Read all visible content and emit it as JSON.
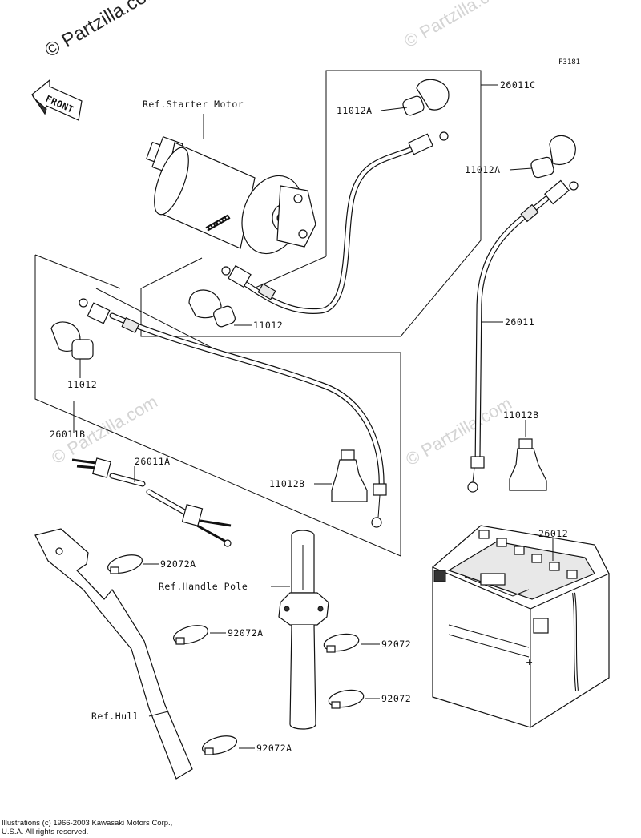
{
  "watermark": {
    "brand": "© Partzilla.com"
  },
  "figure_ref": "F3181",
  "front_label": "FRONT",
  "references": {
    "starter_motor": "Ref.Starter Motor",
    "handle_pole": "Ref.Handle Pole",
    "hull": "Ref.Hull"
  },
  "parts": {
    "p26011C": "26011C",
    "p11012A_upper": "11012A",
    "p11012A_right": "11012A",
    "p11012_center": "11012",
    "p11012_left": "11012",
    "p26011": "26011",
    "p11012B_right": "11012B",
    "p26011B": "26011B",
    "p26011A": "26011A",
    "p11012B_center": "11012B",
    "p26012": "26012",
    "p92072A_1": "92072A",
    "p92072A_2": "92072A",
    "p92072A_3": "92072A",
    "p92072_1": "92072",
    "p92072_2": "92072"
  },
  "copyright": {
    "line1": "Illustrations (c) 1966-2003 Kawasaki Motors Corp.,",
    "line2": "U.S.A. All rights reserved."
  }
}
